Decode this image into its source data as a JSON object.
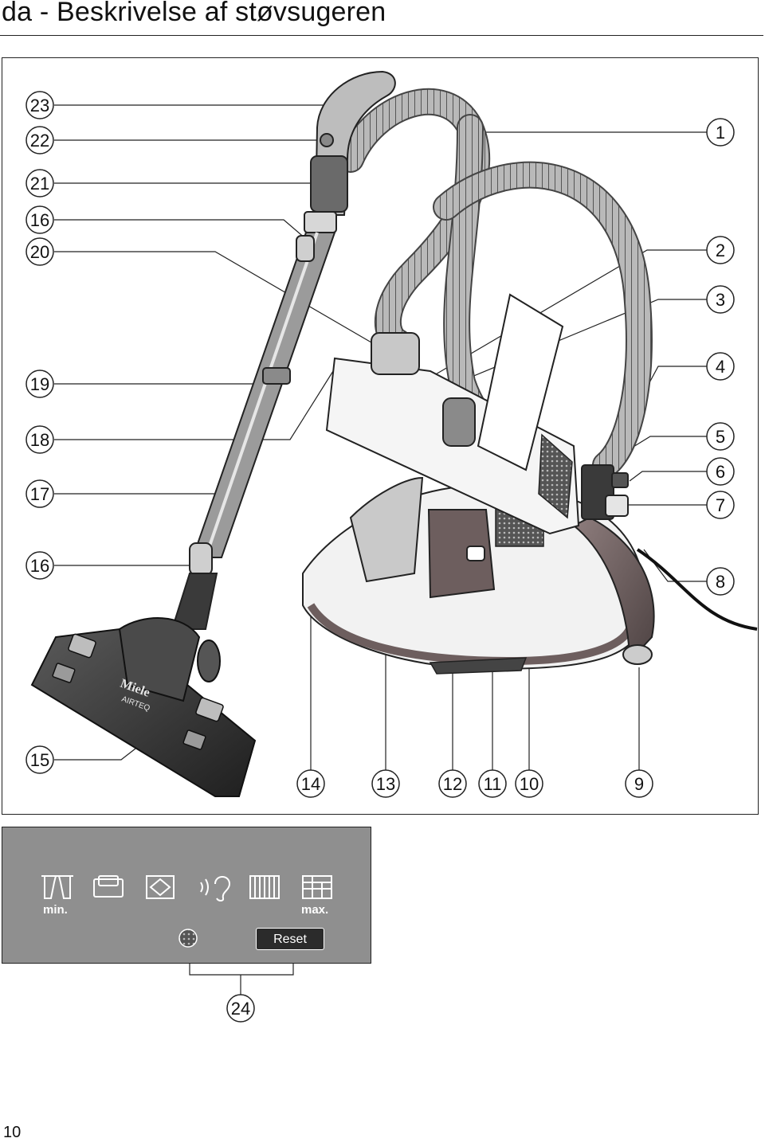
{
  "page": {
    "title": "da - Beskrivelse af støvsugeren",
    "page_number": "10"
  },
  "callouts": {
    "left": [
      "23",
      "22",
      "21",
      "16",
      "20",
      "19",
      "18",
      "17",
      "16",
      "15"
    ],
    "right": [
      "1",
      "2",
      "3",
      "4",
      "5",
      "6",
      "7",
      "8"
    ],
    "bottom": [
      "14",
      "13",
      "12",
      "11",
      "10",
      "9"
    ],
    "panel": "24"
  },
  "control_panel": {
    "min_label": "min.",
    "max_label": "max.",
    "reset_label": "Reset",
    "icons": [
      "curtain-icon",
      "sofa-icon",
      "floor-tile-icon",
      "quiet-ear-icon",
      "carpet-icon",
      "deep-carpet-icon",
      "filter-indicator-icon"
    ]
  },
  "brand": {
    "logo_text": "Miele",
    "model_text": "AIRTEQ"
  },
  "colors": {
    "panel_bg": "#8f8f8f",
    "body_red": "#6d5e5e",
    "hose_gray": "#9a9a9a",
    "dark": "#2b2b2b"
  }
}
